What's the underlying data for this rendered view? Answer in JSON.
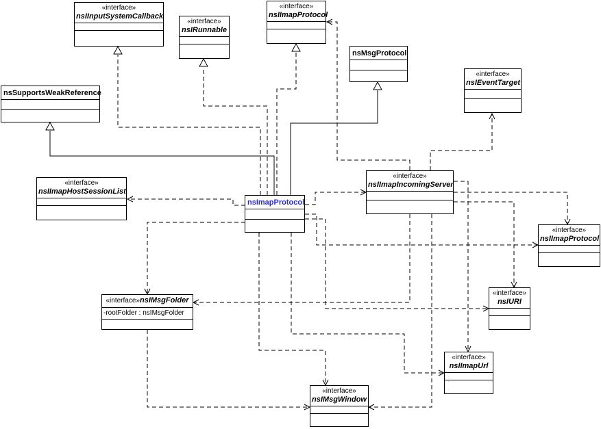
{
  "classes": {
    "inputSystemCallback": {
      "stereotype": "«interface»",
      "name": "nsIInputSystemCallback"
    },
    "runnable": {
      "stereotype": "«interface»",
      "name": "nsIRunnable"
    },
    "imapProtocolTop": {
      "stereotype": "«interface»",
      "name": "nsIImapProtocol"
    },
    "msgProtocol": {
      "name": "nsMsgProtocol"
    },
    "supportsWeakRef": {
      "name": "nsSupportsWeakReference"
    },
    "eventTarget": {
      "stereotype": "«interface»",
      "name": "nsIEventTarget"
    },
    "hostSessionList": {
      "stereotype": "«interface»",
      "name": "nsIImapHostSessionList"
    },
    "imapProtocolMain": {
      "name": "nsImapProtocol"
    },
    "incomingServer": {
      "stereotype": "«interface»",
      "name": "nsIImapIncomingServer"
    },
    "imapProtocolRight": {
      "stereotype": "«interface»",
      "name": "nsIImapProtocol"
    },
    "uri": {
      "stereotype": "«interface»",
      "name": "nsIURI"
    },
    "msgFolder": {
      "stereotype": "«interface»",
      "name": "nsIMsgFolder",
      "attribute": "-rootFolder : nsIMsgFolder"
    },
    "imapUrl": {
      "stereotype": "«interface»",
      "name": "nsIImapUrl"
    },
    "msgWindow": {
      "stereotype": "«interface»",
      "name": "nsIMsgWindow"
    }
  },
  "colors": {
    "line": "#000000",
    "highlight_name": "#2b2bc6",
    "background": "#ffffff"
  }
}
